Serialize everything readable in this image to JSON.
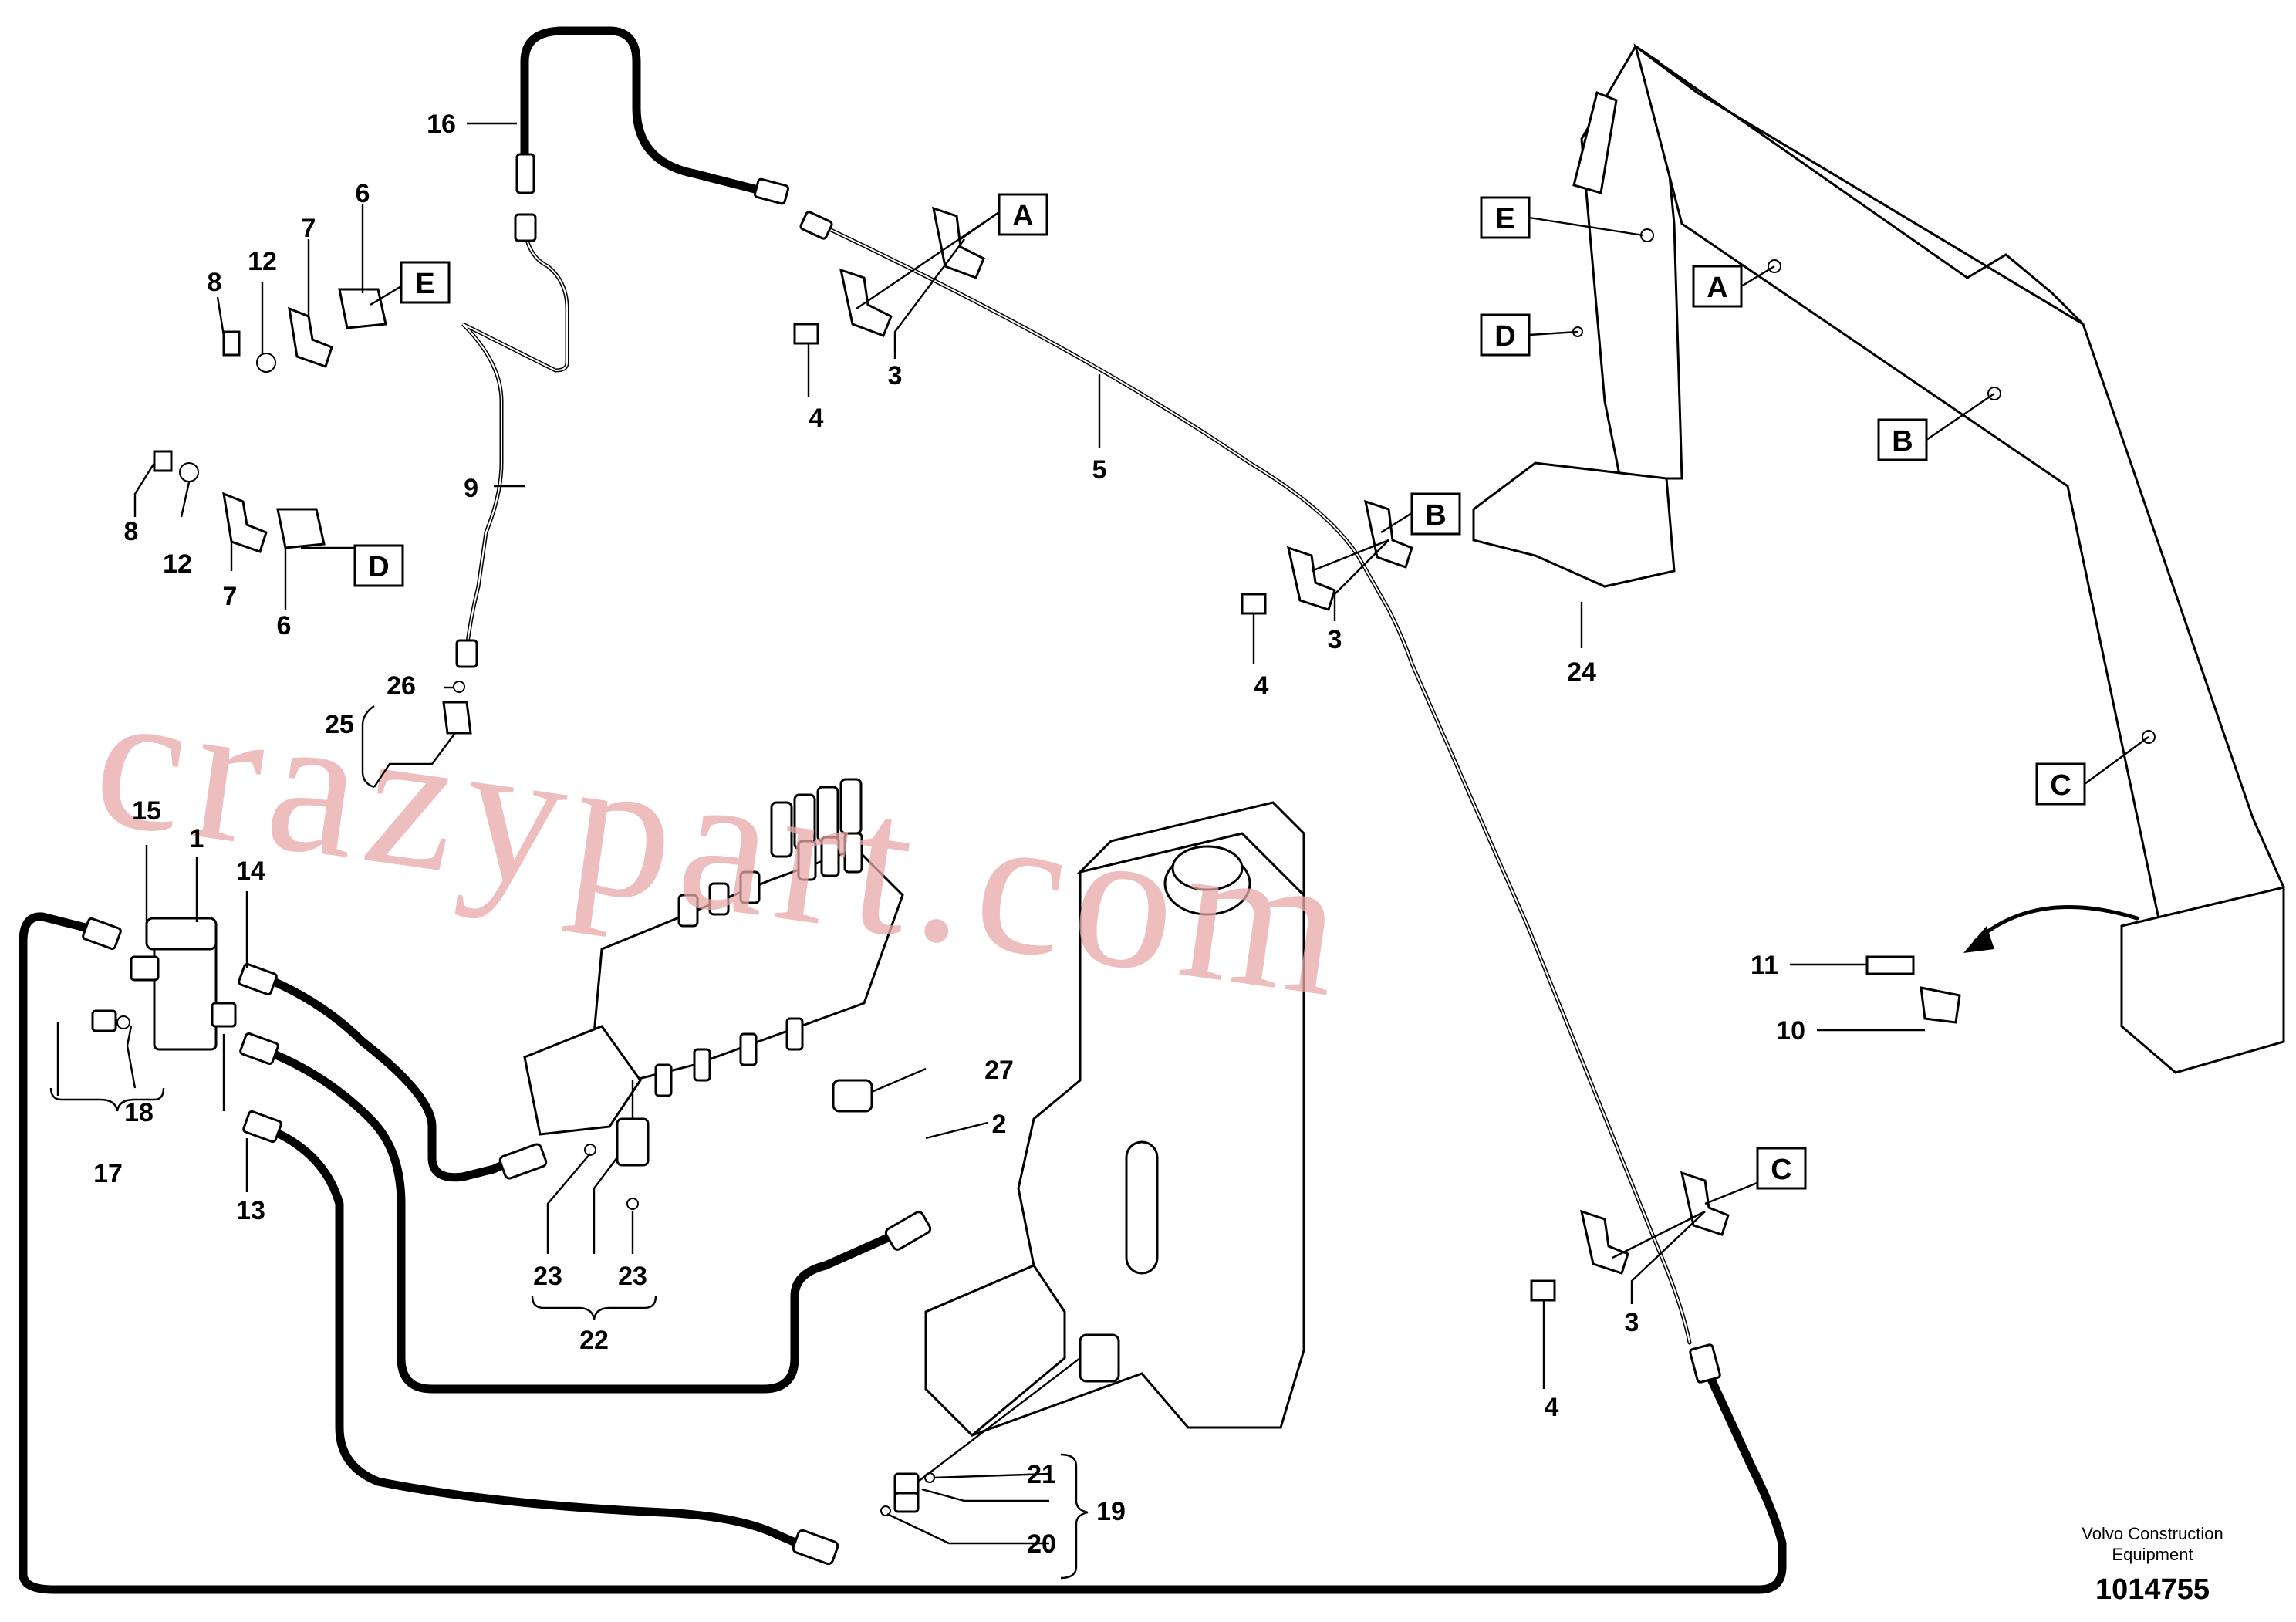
{
  "callouts": {
    "n1": "1",
    "n2": "2",
    "n3a": "3",
    "n3b": "3",
    "n3c": "3",
    "n4a": "4",
    "n4b": "4",
    "n4c": "4",
    "n5": "5",
    "n6a": "6",
    "n6b": "6",
    "n7a": "7",
    "n7b": "7",
    "n8a": "8",
    "n8b": "8",
    "n9": "9",
    "n10": "10",
    "n11": "11",
    "n12a": "12",
    "n12b": "12",
    "n13": "13",
    "n14": "14",
    "n15": "15",
    "n16": "16",
    "n17": "17",
    "n18": "18",
    "n19": "19",
    "n20": "20",
    "n21": "21",
    "n22": "22",
    "n23a": "23",
    "n23b": "23",
    "n24": "24",
    "n25": "25",
    "n26": "26",
    "n27": "27"
  },
  "boxes": {
    "a_top": "A",
    "e_left": "E",
    "d_left": "D",
    "b_mid": "B",
    "c_low": "C",
    "e_arm": "E",
    "a_arm": "A",
    "d_arm": "D",
    "b_arm": "B",
    "c_arm": "C"
  },
  "watermark": "crazypart.com",
  "footer": {
    "brand_line1": "Volvo Construction",
    "brand_line2": "Equipment",
    "doc_number": "1014755"
  }
}
